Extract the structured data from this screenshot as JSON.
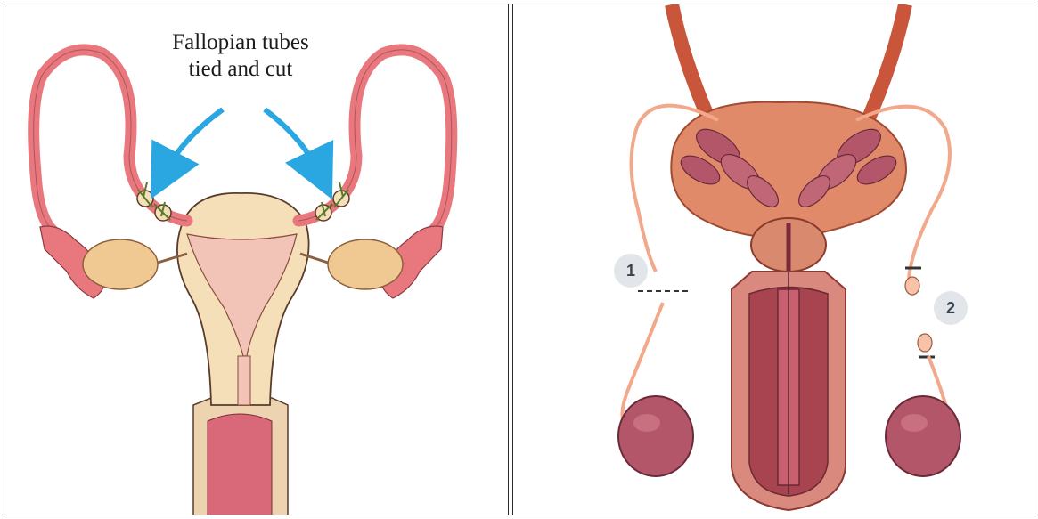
{
  "female_panel": {
    "label_line1": "Fallopian tubes",
    "label_line2": "tied and cut"
  },
  "male_panel": {
    "marker_1": "1",
    "marker_2": "2"
  },
  "colors": {
    "arrow": "#2aa6e0",
    "tube": "#e8787e",
    "uterus": "#f4dfb8",
    "ovary": "#f0c892",
    "vas": "#f2a88a",
    "prostate": "#d98a6e",
    "testis": "#b4566a"
  }
}
